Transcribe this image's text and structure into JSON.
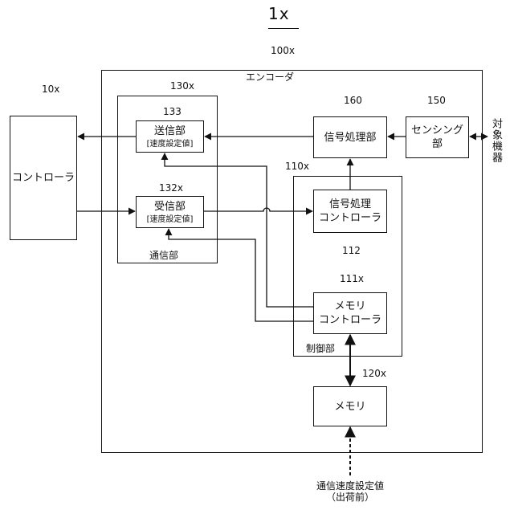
{
  "figure": {
    "title": "1x"
  },
  "encoder": {
    "ref": "100x",
    "label": "エンコーダ"
  },
  "controller": {
    "ref": "10x",
    "label": "コントローラ"
  },
  "comm_unit": {
    "ref": "130x",
    "label": "通信部"
  },
  "transmitter": {
    "ref": "133",
    "label": "送信部",
    "sub": "[速度設定値]"
  },
  "receiver": {
    "ref": "132x",
    "label": "受信部",
    "sub": "[速度設定値]"
  },
  "signal_processor": {
    "ref": "160",
    "label": "信号処理部"
  },
  "sensing_unit": {
    "ref": "150",
    "line1": "センシング",
    "line2": "部"
  },
  "target_device": {
    "label": "対象機器"
  },
  "control_unit": {
    "ref": "110x",
    "label": "制御部"
  },
  "signal_controller": {
    "ref": "112",
    "line1": "信号処理",
    "line2": "コントローラ"
  },
  "memory_controller": {
    "ref": "111x",
    "line1": "メモリ",
    "line2": "コントローラ"
  },
  "memory": {
    "ref": "120x",
    "label": "メモリ"
  },
  "note": {
    "line1": "通信速度設定値",
    "line2": "（出荷前）"
  }
}
